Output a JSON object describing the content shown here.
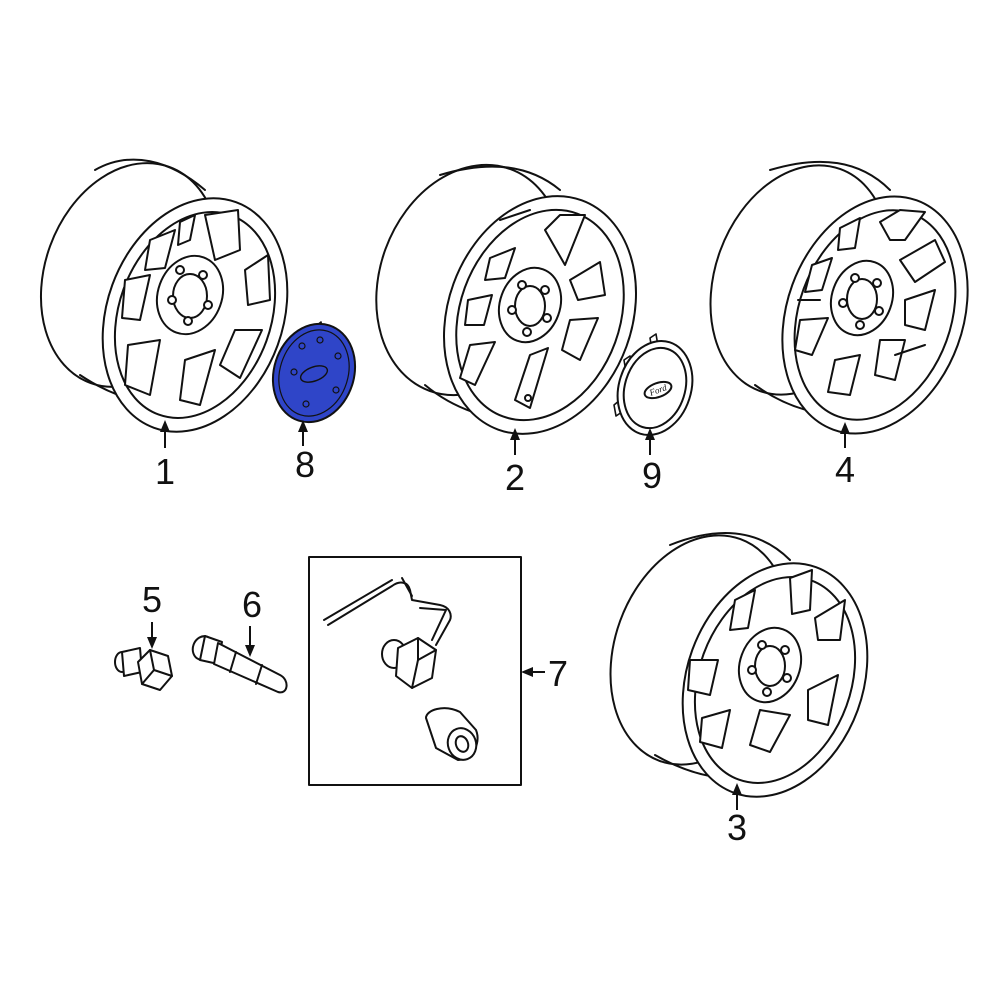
{
  "callouts": {
    "n1": "1",
    "n2": "2",
    "n3": "3",
    "n4": "4",
    "n5": "5",
    "n6": "6",
    "n7": "7",
    "n8": "8",
    "n9": "9"
  },
  "highlight_color": "#2f45c8",
  "badge": {
    "text": "Ford"
  }
}
